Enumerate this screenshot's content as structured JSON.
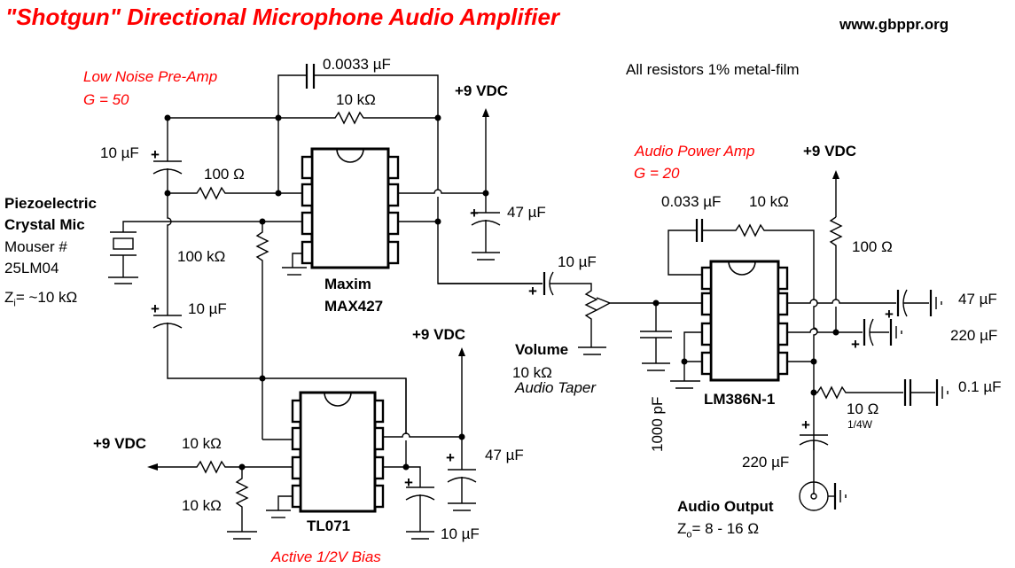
{
  "title": "\"Shotgun\" Directional Microphone Audio Amplifier",
  "website": "www.gbppr.org",
  "notes": {
    "resistors": "All resistors 1% metal-film"
  },
  "sections": {
    "preamp": {
      "label": "Low Noise Pre-Amp",
      "gain": "G = 50"
    },
    "power_amp": {
      "label": "Audio Power Amp",
      "gain": "G = 20"
    },
    "bias": {
      "label": "Active 1/2V Bias"
    }
  },
  "ics": {
    "u1": {
      "maker": "Maxim",
      "part": "MAX427"
    },
    "u2": {
      "part": "TL071"
    },
    "u3": {
      "part": "LM386N-1"
    }
  },
  "mic": {
    "line1": "Piezoelectric",
    "line2": "Crystal Mic",
    "line3": "Mouser #",
    "line4": "25LM04",
    "impedance": "Zi = ~10 kΩ",
    "z": "Z",
    "z_sub": "i",
    "z_rest": "= ~10 kΩ"
  },
  "supply": {
    "label": "+9 VDC"
  },
  "components": {
    "c_fb_pre": "0.0033 µF",
    "r_fb_pre": "10 kΩ",
    "c_in_pre": "10 µF",
    "r_in_pre": "100 Ω",
    "r_bias_pre": "100 kΩ",
    "c_bias_pre": "10 µF",
    "c_dec_pre": "47 µF",
    "c_couple": "10 µF",
    "volume_label": "Volume",
    "volume_value": "10 kΩ",
    "volume_taper": "Audio Taper",
    "c_filter": "1000 pF",
    "c_fb_pwr": "0.033 µF",
    "r_fb_pwr": "10 kΩ",
    "r_dec_pwr": "100 Ω",
    "c_bypass1": "47 µF",
    "c_bypass2": "220 µF",
    "c_zobel": "0.1 µF",
    "r_zobel": "10 Ω",
    "r_zobel_power": "1/4W",
    "c_out": "220 µF",
    "r_div_top": "10 kΩ",
    "r_div_bot": "10 kΩ",
    "c_bias_out": "10 µF",
    "c_dec_bias": "47 µF"
  },
  "output": {
    "label": "Audio Output",
    "z": "Z",
    "z_sub": "o",
    "z_rest": "= 8 - 16 Ω"
  },
  "ground_mark": "-",
  "plus_mark": "+"
}
